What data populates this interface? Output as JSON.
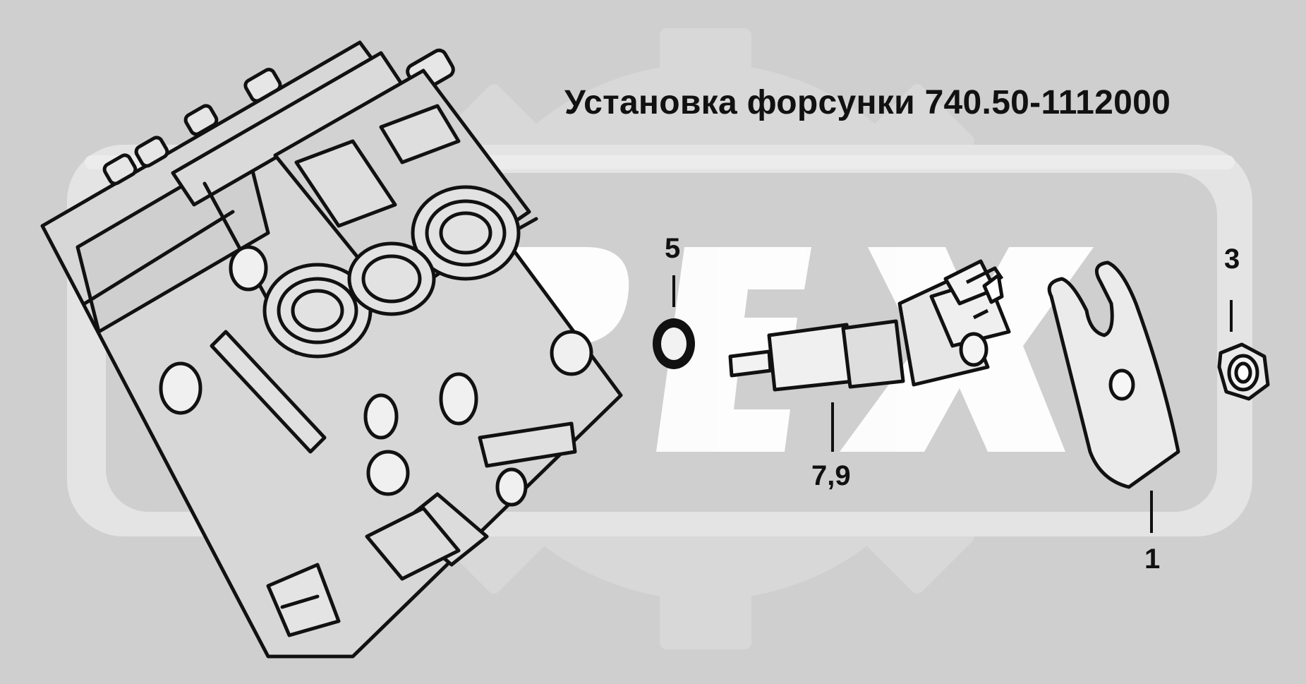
{
  "diagram": {
    "title": "Установка форсунки 740.50-1112000",
    "callouts": {
      "washer": "5",
      "nut": "3",
      "injector": "7,9",
      "bracket": "1"
    },
    "watermark_text": "OPEX",
    "colors": {
      "background": "#cfcfcf",
      "watermark_light": "#e2e2e2",
      "watermark_white": "#ffffff",
      "line": "#111111"
    }
  }
}
